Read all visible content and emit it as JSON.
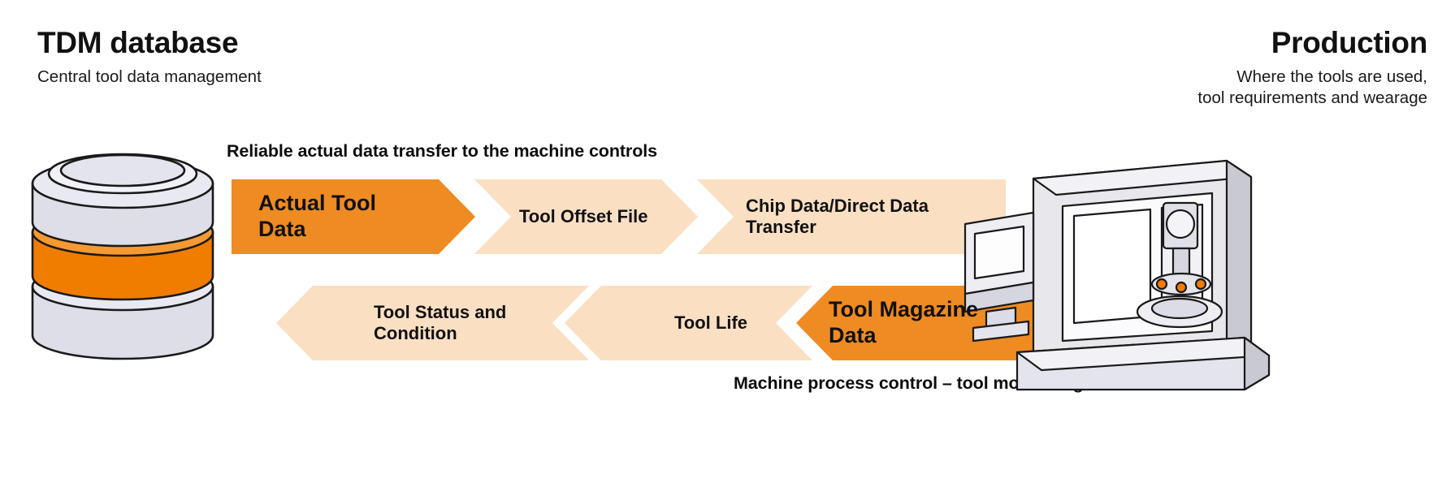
{
  "header": {
    "left": {
      "title": "TDM database",
      "subtitle": "Central tool data management"
    },
    "right": {
      "title": "Production",
      "subtitle_line1": "Where the tools are used,",
      "subtitle_line2": "tool requirements and wearage"
    }
  },
  "captions": {
    "top": "Reliable actual data transfer to the machine controls",
    "bottom": "Machine process control – tool monitoring"
  },
  "flow": {
    "top_row": {
      "direction": "left-to-right",
      "steps": [
        {
          "label": "Actual Tool\nData",
          "emphasis": "strong",
          "fill": "#EE8B22"
        },
        {
          "label": "Tool Offset File",
          "emphasis": "pale",
          "fill": "#FBDFC3"
        },
        {
          "label": "Chip Data/Direct Data\nTransfer",
          "emphasis": "pale",
          "fill": "#FBDFC3"
        }
      ]
    },
    "bottom_row": {
      "direction": "right-to-left",
      "steps": [
        {
          "label": "Tool Status and\nCondition",
          "emphasis": "pale",
          "fill": "#FBDFC3"
        },
        {
          "label": "Tool Life",
          "emphasis": "pale",
          "fill": "#FBDFC3"
        },
        {
          "label": "Tool Magazine\nData",
          "emphasis": "strong",
          "fill": "#EE8B22"
        }
      ]
    }
  },
  "artwork": {
    "database": {
      "icon": "database-cylinder-icon",
      "body_color": "#DEDEE9",
      "band_color": "#F07D00",
      "outline_color": "#1a1a1a"
    },
    "machine": {
      "icon": "cnc-machine-icon",
      "body_color": "#E8E8EC",
      "shade_color": "#C9C9D2",
      "accent_color": "#F07D00",
      "outline_color": "#1a1a1a"
    }
  },
  "colors": {
    "accent_strong": "#EE8B22",
    "accent_pale": "#FBDFC3",
    "accent_band": "#F07D00",
    "background": "#FFFFFF",
    "text": "#111111"
  }
}
